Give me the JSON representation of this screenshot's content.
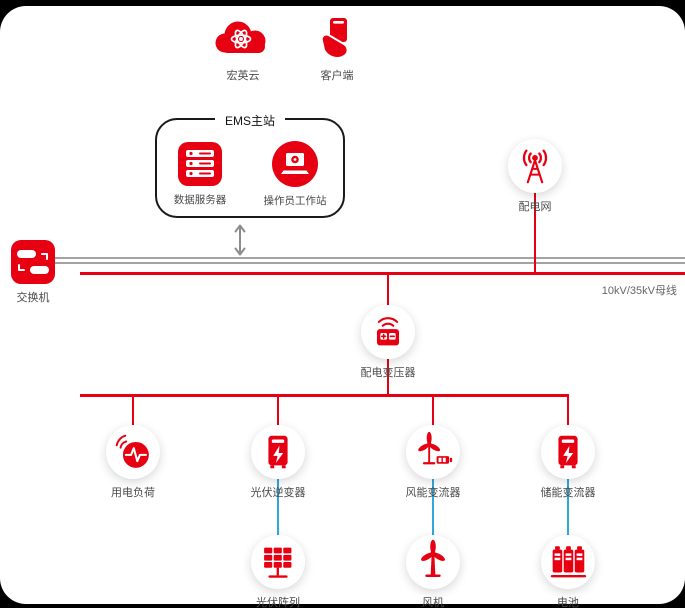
{
  "colors": {
    "red": "#e60012",
    "blue": "#2fa8e0",
    "line-gray": "#a3a3a3",
    "text": "#4a4a4a",
    "box-border": "#1a1a1a"
  },
  "ems": {
    "label": "EMS主站"
  },
  "bus": {
    "label": "10kV/35kV母线"
  },
  "nodes": {
    "cloud": {
      "label": "宏英云",
      "icon": "cloud-atom-icon"
    },
    "client": {
      "label": "客户端",
      "icon": "hand-phone-icon"
    },
    "data_server": {
      "label": "数据服务器",
      "icon": "server-icon"
    },
    "workstation": {
      "label": "操作员工作站",
      "icon": "workstation-icon"
    },
    "grid": {
      "label": "配电网",
      "icon": "antenna-icon"
    },
    "switch": {
      "label": "交换机",
      "icon": "network-switch-icon"
    },
    "transformer": {
      "label": "配电变压器",
      "icon": "transformer-icon"
    },
    "load": {
      "label": "用电负荷",
      "icon": "pulse-load-icon"
    },
    "pv_inverter": {
      "label": "光伏逆变器",
      "icon": "inverter-icon"
    },
    "wind_converter": {
      "label": "风能变流器",
      "icon": "wind-converter-icon"
    },
    "storage_converter": {
      "label": "储能变流器",
      "icon": "storage-inverter-icon"
    },
    "pv_array": {
      "label": "光伏阵列",
      "icon": "solar-panel-icon"
    },
    "wind_turbine": {
      "label": "风机",
      "icon": "wind-turbine-icon"
    },
    "battery": {
      "label": "电池",
      "icon": "battery-icon"
    }
  }
}
